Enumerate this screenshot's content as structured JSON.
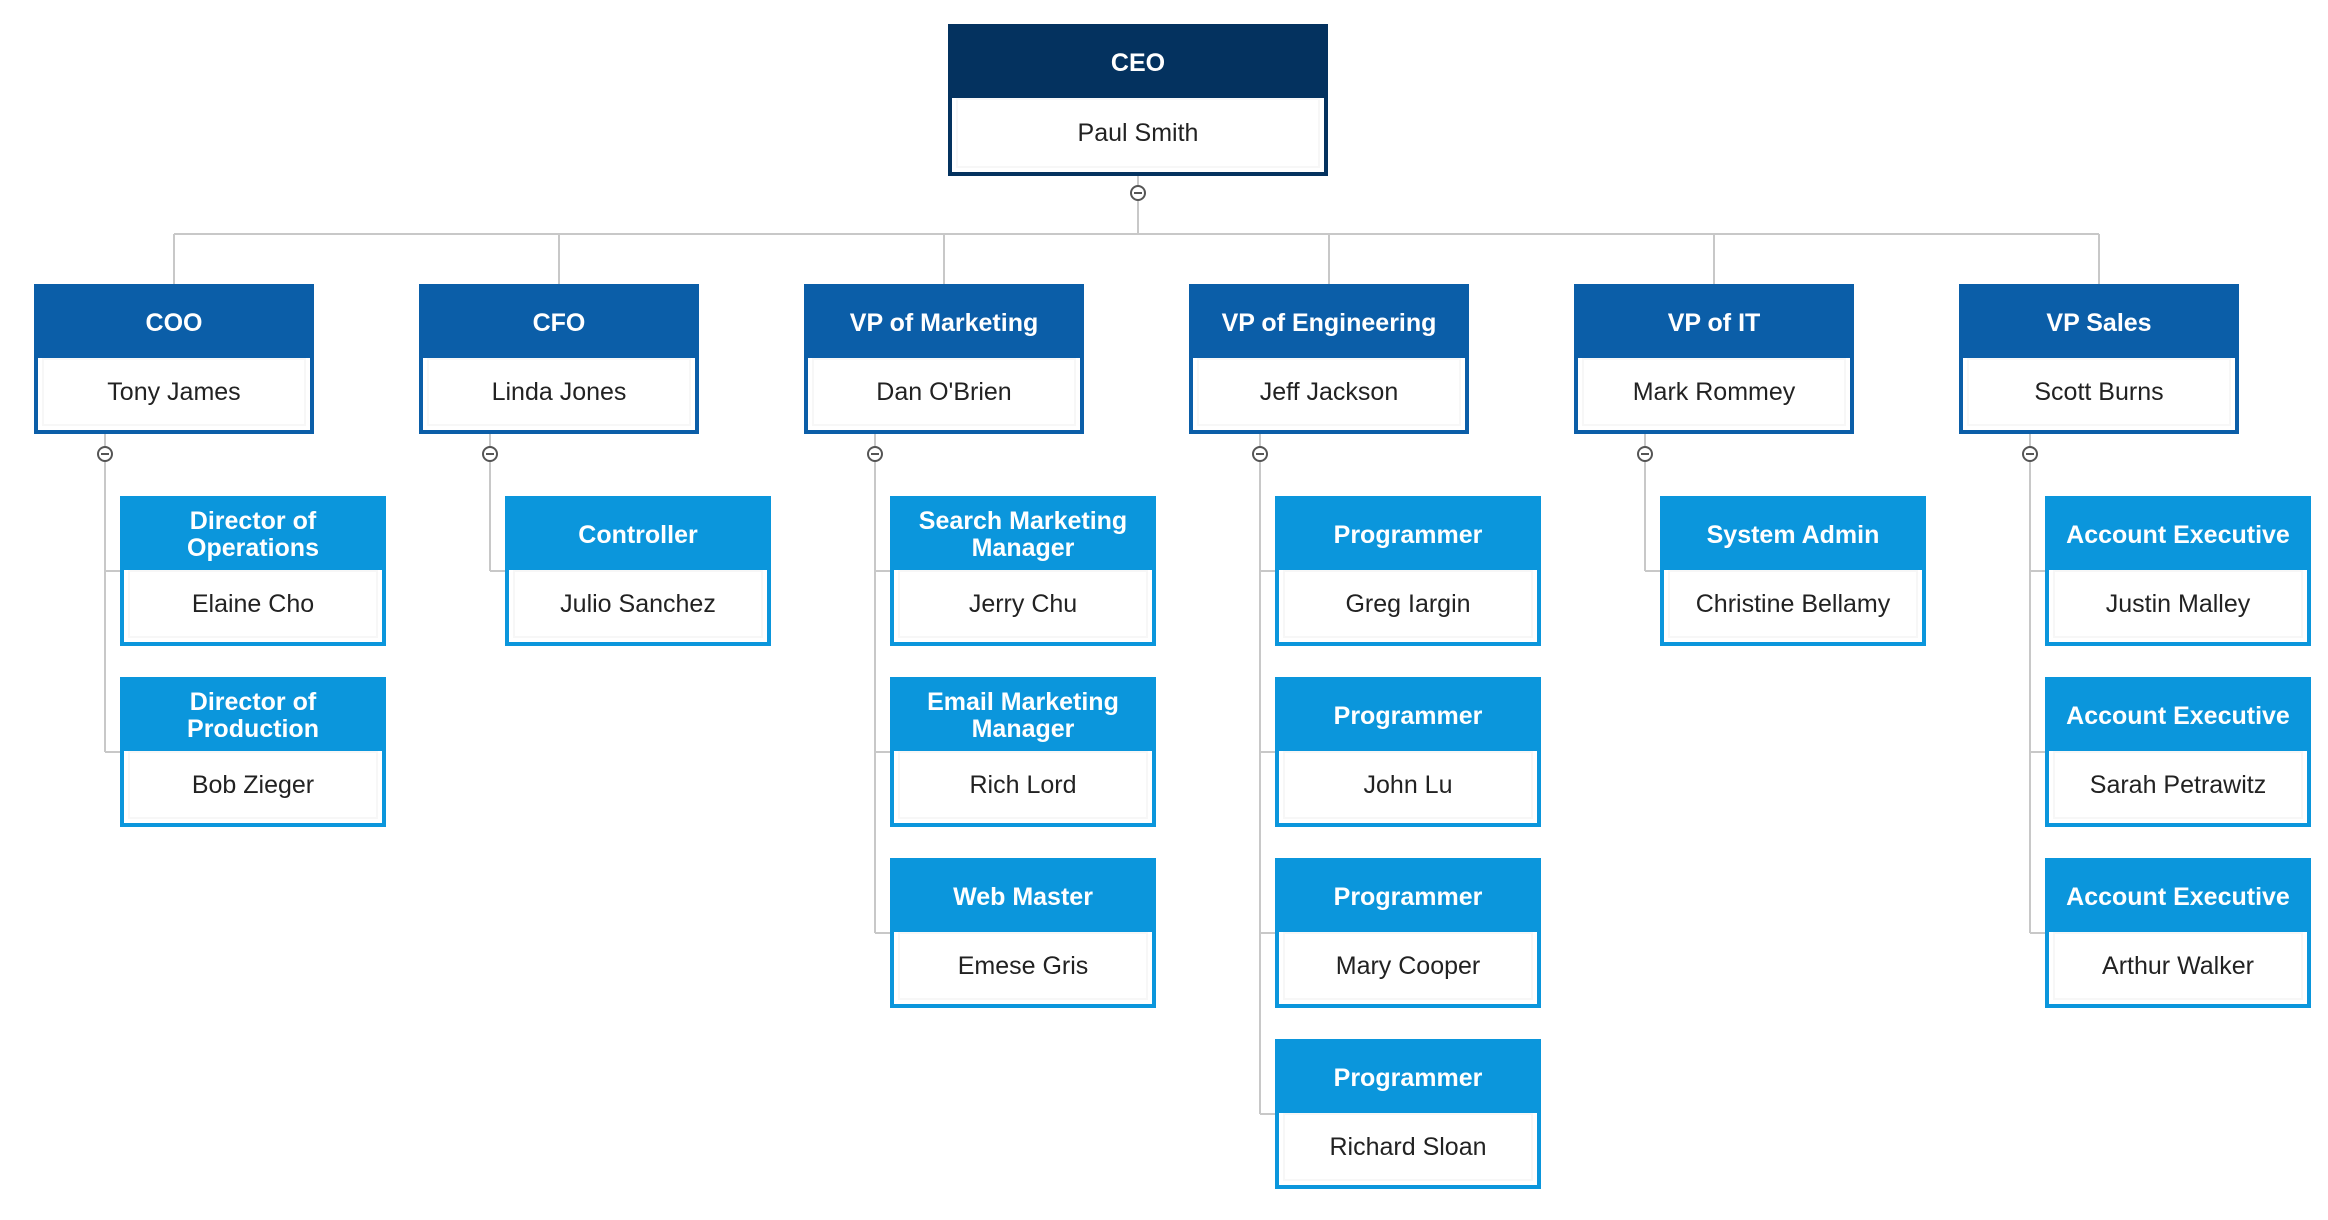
{
  "colors": {
    "level0": "#04325f",
    "level1": "#0b5ea8",
    "level2": "#0b96dc",
    "connector": "#c8c8c8"
  },
  "ceo": {
    "title": "CEO",
    "name": "Paul Smith"
  },
  "executives": [
    {
      "title": "COO",
      "name": "Tony James",
      "reports": [
        {
          "title": "Director of Operations",
          "name": "Elaine Cho"
        },
        {
          "title": "Director of Production",
          "name": "Bob Zieger"
        }
      ]
    },
    {
      "title": "CFO",
      "name": "Linda Jones",
      "reports": [
        {
          "title": "Controller",
          "name": "Julio Sanchez"
        }
      ]
    },
    {
      "title": "VP of Marketing",
      "name": "Dan O'Brien",
      "reports": [
        {
          "title": "Search Marketing Manager",
          "name": "Jerry Chu"
        },
        {
          "title": "Email Marketing Manager",
          "name": "Rich Lord"
        },
        {
          "title": "Web Master",
          "name": "Emese Gris"
        }
      ]
    },
    {
      "title": "VP of Engineering",
      "name": "Jeff Jackson",
      "reports": [
        {
          "title": "Programmer",
          "name": "Greg Iargin"
        },
        {
          "title": "Programmer",
          "name": "John Lu"
        },
        {
          "title": "Programmer",
          "name": "Mary Cooper"
        },
        {
          "title": "Programmer",
          "name": "Richard Sloan"
        }
      ]
    },
    {
      "title": "VP of IT",
      "name": "Mark Rommey",
      "reports": [
        {
          "title": "System Admin",
          "name": "Christine Bellamy"
        }
      ]
    },
    {
      "title": "VP Sales",
      "name": "Scott Burns",
      "reports": [
        {
          "title": "Account Executive",
          "name": "Justin Malley"
        },
        {
          "title": "Account Executive",
          "name": "Sarah Petrawitz"
        },
        {
          "title": "Account Executive",
          "name": "Arthur Walker"
        }
      ]
    }
  ]
}
